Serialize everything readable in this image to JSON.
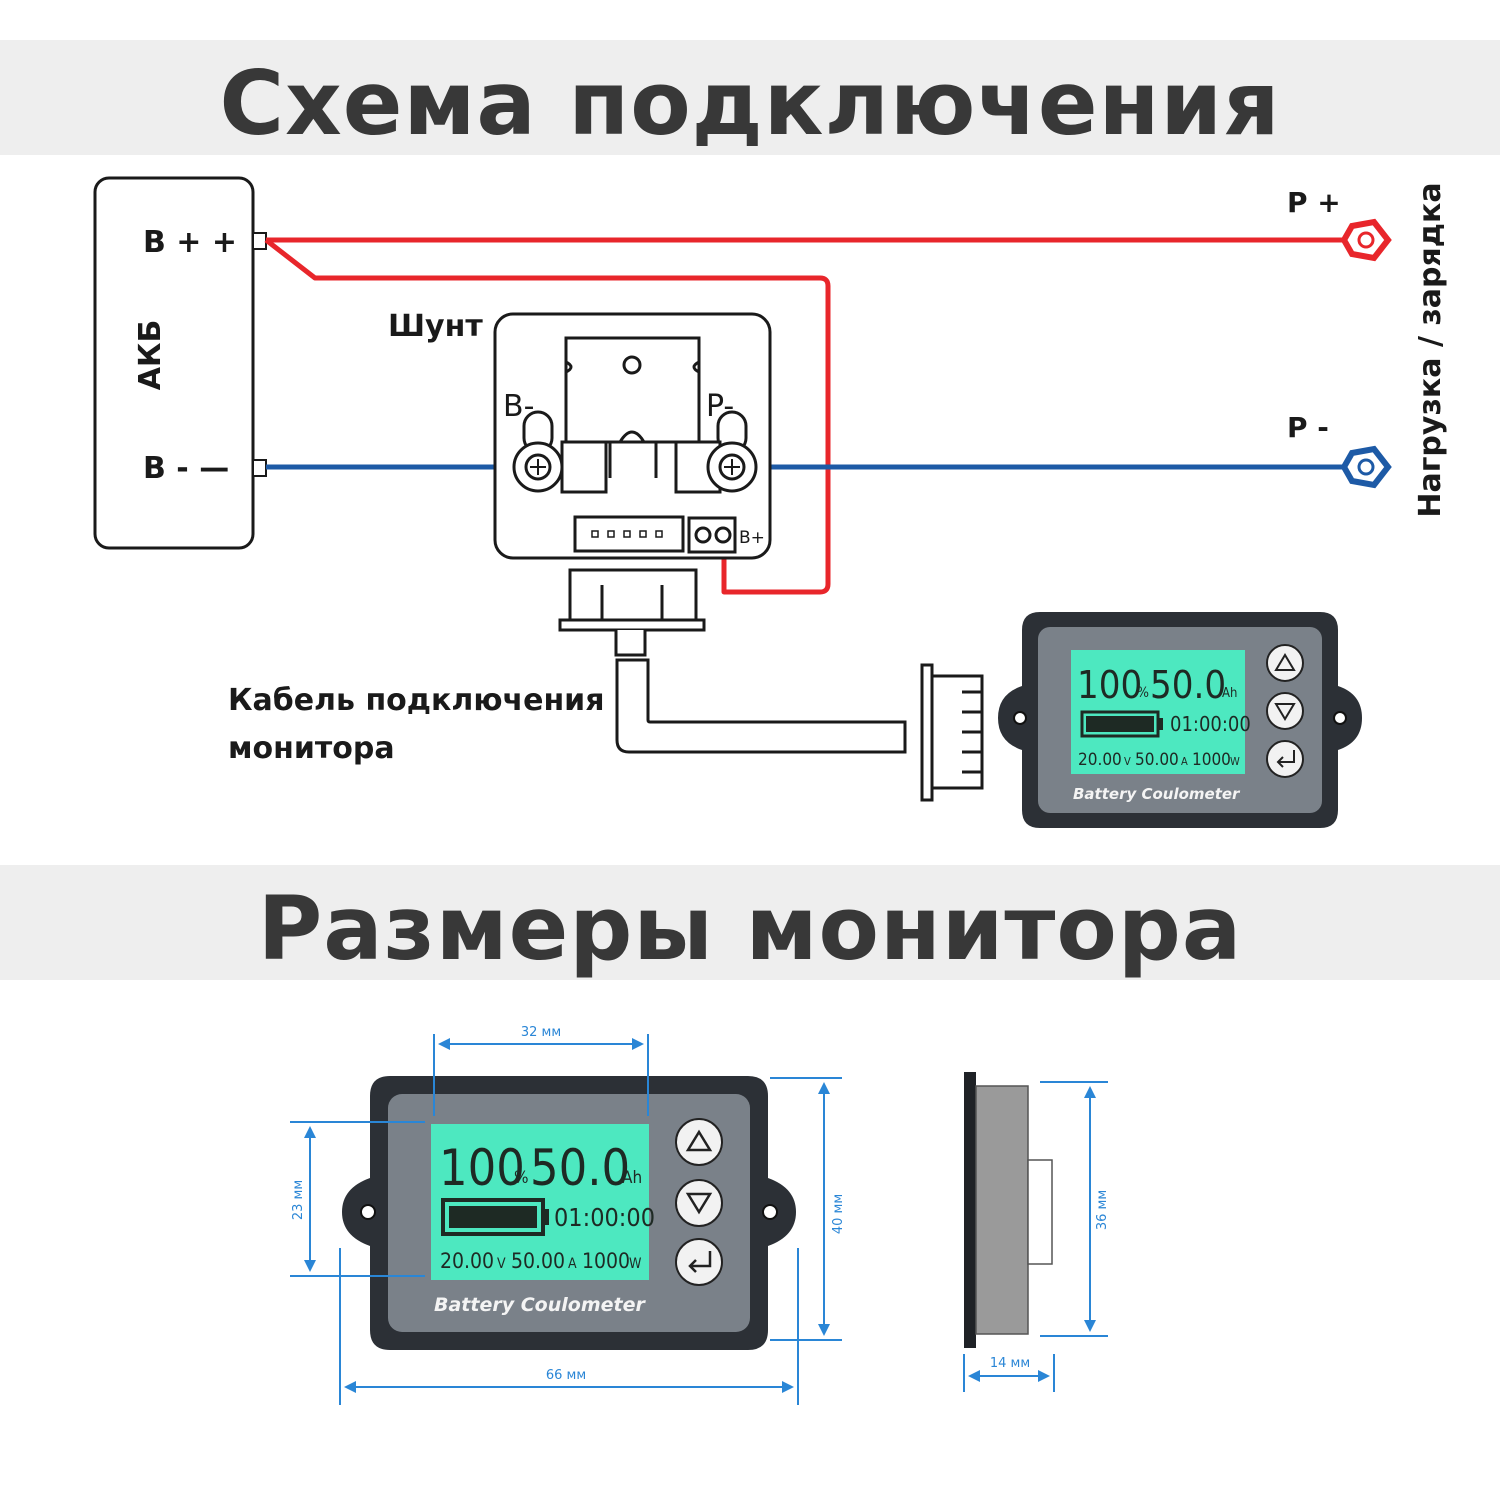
{
  "titles": {
    "connection": "Схема подключения",
    "dimensions": "Размеры монитора"
  },
  "battery": {
    "label": "АКБ",
    "plus_terminal": "B + +",
    "minus_terminal": "B -  —"
  },
  "load": {
    "p_plus": "P +",
    "p_minus": "P -",
    "side_label": "Нагрузка / зарядка"
  },
  "shunt": {
    "label": "Шунт",
    "b_minus": "B-",
    "p_minus": "P-",
    "b_plus": "B+"
  },
  "cable": {
    "label_line1": "Кабель подключения",
    "label_line2": "монитора"
  },
  "monitor": {
    "percent": "100",
    "percent_unit": "%",
    "capacity": "50.0",
    "capacity_unit": "Ah",
    "time": "01:00:00",
    "voltage": "20.00",
    "voltage_unit": "V",
    "current": "50.00",
    "current_unit": "A",
    "power": "1000",
    "power_unit": "W",
    "brand": "Battery Coulometer"
  },
  "dimensions": {
    "screen_width": "32 мм",
    "screen_height": "23 мм",
    "body_height": "40 мм",
    "body_width": "66 мм",
    "side_height": "36 мм",
    "depth": "14 мм"
  },
  "colors": {
    "positive_wire": "#e8262b",
    "negative_wire": "#1d5aa6",
    "lcd": "#4de8c0",
    "dimension_lines": "#2a86d6"
  }
}
